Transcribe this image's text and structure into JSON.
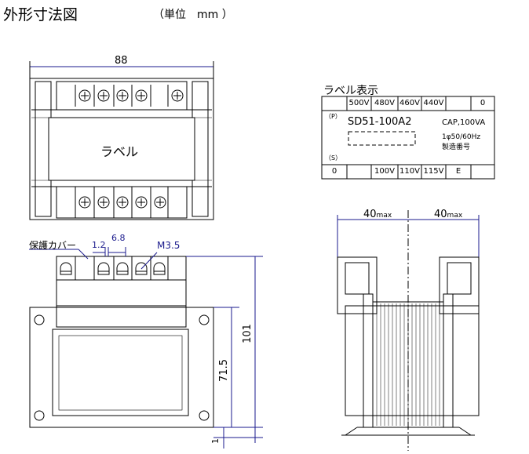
{
  "title": "外形寸法図",
  "unit": "（単位　mm ）",
  "top_view": {
    "width_dim": "88",
    "label_text": "ラベル"
  },
  "front_view": {
    "cover_label": "保護カバー",
    "dim_gap": "1.2",
    "dim_pitch": "6.8",
    "screw": "M3.5",
    "height_total": "101",
    "height_mount": "71.5",
    "base_thickness": "1"
  },
  "side_view": {
    "left_dim": "40",
    "right_dim": "40",
    "dim_suffix": "max"
  },
  "label_display": {
    "title": "ラベル表示",
    "top_row": [
      "",
      "500V",
      "480V",
      "460V",
      "440V",
      "",
      "0"
    ],
    "primary_mark": "（P）",
    "secondary_mark": "（S）",
    "model": "SD51-100A2",
    "capacity": "CAP,100VA",
    "phase_freq": "1φ50/60Hz",
    "serial_label": "製造番号",
    "bottom_row": [
      "0",
      "",
      "100V",
      "110V",
      "115V",
      "E",
      ""
    ]
  },
  "colors": {
    "line": "#000000",
    "dim": "#1a1a8c"
  }
}
